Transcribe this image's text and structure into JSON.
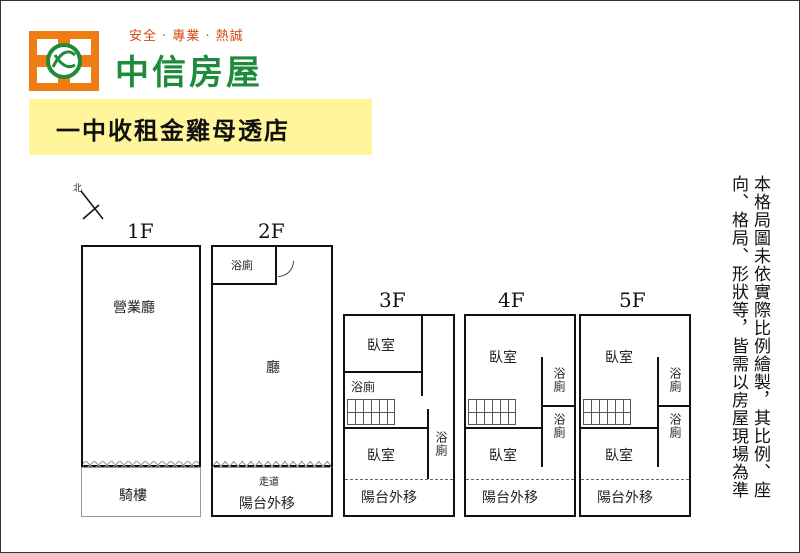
{
  "header": {
    "tagline": "安全 · 專業 · 熱誠",
    "brand": "中信房屋",
    "store": "一中收租金雞母透店"
  },
  "compass": {
    "north": "北"
  },
  "floors": [
    {
      "label": "1F",
      "rooms": [
        "營業廳",
        "騎樓"
      ]
    },
    {
      "label": "2F",
      "rooms": [
        "浴廁",
        "廳",
        "走道",
        "陽台外移"
      ]
    },
    {
      "label": "3F",
      "rooms": [
        "臥室",
        "浴廁",
        "臥室",
        "浴廁",
        "陽台外移"
      ]
    },
    {
      "label": "4F",
      "rooms": [
        "臥室",
        "浴廁",
        "浴廁",
        "臥室",
        "陽台外移"
      ]
    },
    {
      "label": "5F",
      "rooms": [
        "臥室",
        "浴廁",
        "浴廁",
        "臥室",
        "陽台外移"
      ]
    }
  ],
  "disclaimer": {
    "line1": "本格局圖未依實際比例繪製，其比例、座",
    "line2": "向、格局、形狀等，皆需以房屋現場為準"
  },
  "colors": {
    "brand_green": "#1e8a3c",
    "logo_orange": "#f07c14",
    "banner_yellow": "#fff59a",
    "tagline_red": "#d24a12"
  }
}
